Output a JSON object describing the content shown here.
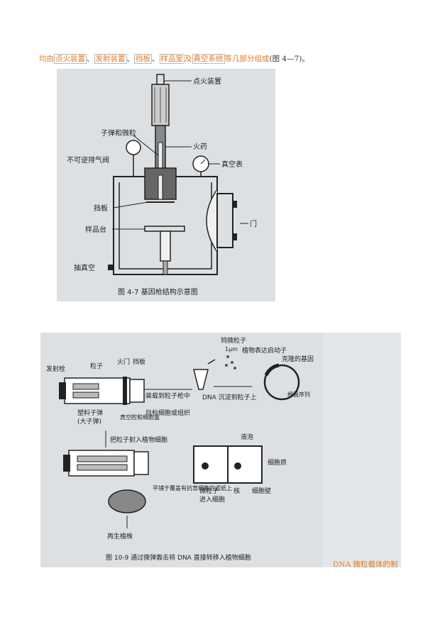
{
  "intro": {
    "prefix": "均由",
    "links": [
      "点火装置",
      "发射装置",
      "挡板",
      "样品室",
      "真空系统"
    ],
    "sep": "、",
    "and": "及",
    "suffix": "等几部分组成",
    "fig_ref": "(图 4—7)。"
  },
  "figure1": {
    "labels": {
      "ignition": "点火装置",
      "bullet": "子弹和微粒",
      "powder": "火药",
      "valve": "不可逆排气阀",
      "gauge": "真空表",
      "baffle": "挡板",
      "door": "门",
      "stage": "样品台",
      "vacuum": "抽真空"
    },
    "caption": "图 4-7   基因枪结构示意图"
  },
  "figure2": {
    "labels": {
      "tungsten": "钨微粒子",
      "um": "1μm",
      "promoter": "植物表达启动子",
      "cloned": "克隆的基因",
      "bact": "细菌序列",
      "precip": "DNA 沉淀到粒子上",
      "load": "装载到粒子枪中",
      "pin": "发射栓",
      "particle": "粒子",
      "fire": "火门",
      "baffle": "挡板",
      "plastic": "塑料子弹",
      "big_bullet": "(大子弹)",
      "vacuum_dish": "真空腔和细胞盒",
      "target": "目标细胞或组织",
      "shoot": "把粒子射入植物细胞",
      "vacuole": "液泡",
      "cyto": "细胞质",
      "micro": "微粒子",
      "enter": "进入细胞",
      "nucleus": "核",
      "wall": "细胞壁",
      "spread": "平铺于覆盖有抗育细胞的滤纸上",
      "regen": "再生植株"
    },
    "caption": "图 10-9   通过微弹轰击将 DNA 直接转移入植物细胞"
  },
  "right_caption": "DNA 微粒载体的制"
}
